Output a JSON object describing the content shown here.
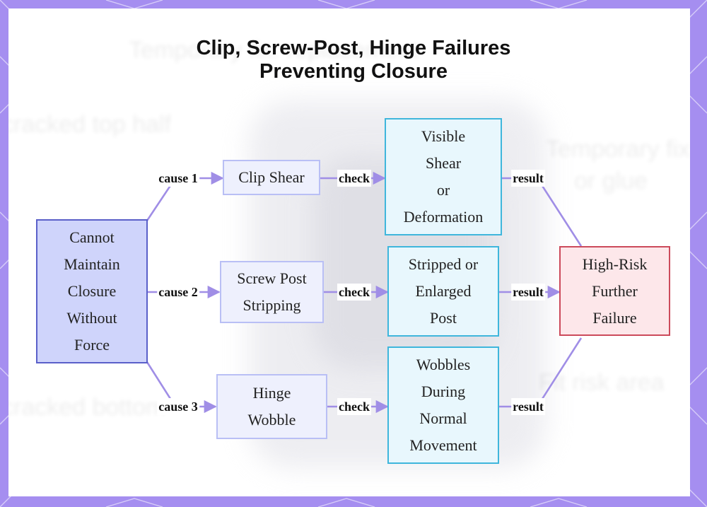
{
  "title": {
    "line1": "Clip, Screw-Post, Hinge Failures",
    "line2": "Preventing Closure"
  },
  "nodes": {
    "start": {
      "lines": [
        "Cannot",
        "Maintain",
        "Closure",
        "Without",
        "Force"
      ]
    },
    "cause1": {
      "lines": [
        "Clip Shear"
      ]
    },
    "cause2": {
      "lines": [
        "Screw Post",
        "Stripping"
      ]
    },
    "cause3": {
      "lines": [
        "Hinge",
        "Wobble"
      ]
    },
    "check1": {
      "lines": [
        "Visible",
        "Shear",
        "or",
        "Deformation"
      ]
    },
    "check2": {
      "lines": [
        "Stripped or",
        "Enlarged",
        "Post"
      ]
    },
    "check3": {
      "lines": [
        "Wobbles",
        "During",
        "Normal",
        "Movement"
      ]
    },
    "end": {
      "lines": [
        "High-Risk",
        "Further",
        "Failure"
      ]
    }
  },
  "edge_labels": {
    "cause1": "cause 1",
    "cause2": "cause 2",
    "cause3": "cause 3",
    "check1": "check",
    "check2": "check",
    "check3": "check",
    "result1": "result",
    "result2": "result",
    "result3": "result"
  },
  "colors": {
    "frame": "#a58ef0",
    "edge": "#a08ee6",
    "start_fill": "#cfd4fb",
    "start_border": "#5a60c9",
    "cause_fill": "#eef0fd",
    "cause_border": "#b9bff5",
    "check_fill": "#e8f7fd",
    "check_border": "#3fb6dc",
    "end_fill": "#fde7ea",
    "end_border": "#cc4a5b"
  }
}
